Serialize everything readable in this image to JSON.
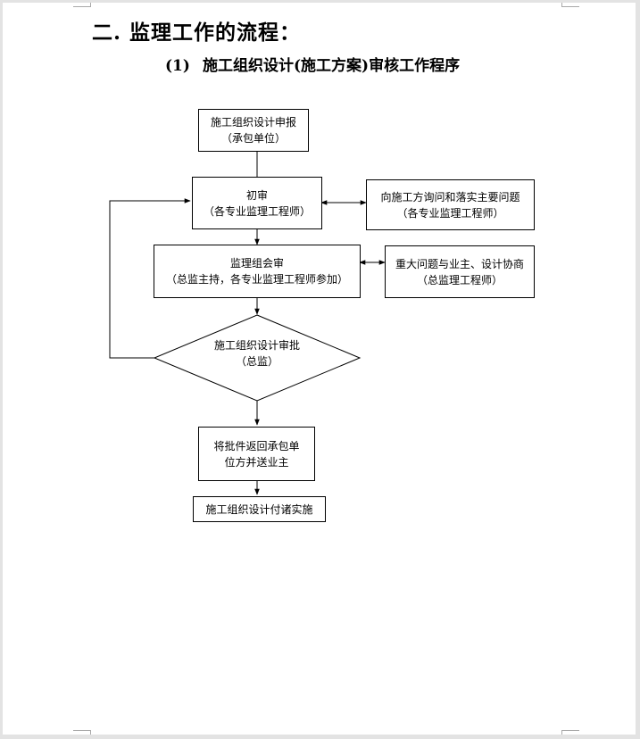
{
  "heading": "二. 监理工作的流程：",
  "subheading": {
    "number": "(1)",
    "text": "施工组织设计(施工方案)审核工作程序"
  },
  "flowchart": {
    "submit": {
      "line1": "施工组织设计申报",
      "line2": "（承包单位）"
    },
    "initial_review": {
      "line1": "初审",
      "line2": "（各专业监理工程师）"
    },
    "inquiry": {
      "line1": "向施工方询问和落实主要问题",
      "line2": "（各专业监理工程师）"
    },
    "joint_review": {
      "line1": "监理组会审",
      "line2": "（总监主持，各专业监理工程师参加）"
    },
    "consult": {
      "line1": "重大问题与业主、设计协商",
      "line2": "（总监理工程师）"
    },
    "approval": {
      "line1": "施工组织设计审批",
      "line2": "（总监）"
    },
    "return": {
      "line1": "将批件返回承包单",
      "line2": "位方并送业主"
    },
    "implement": {
      "line1": "施工组织设计付诸实施"
    }
  }
}
